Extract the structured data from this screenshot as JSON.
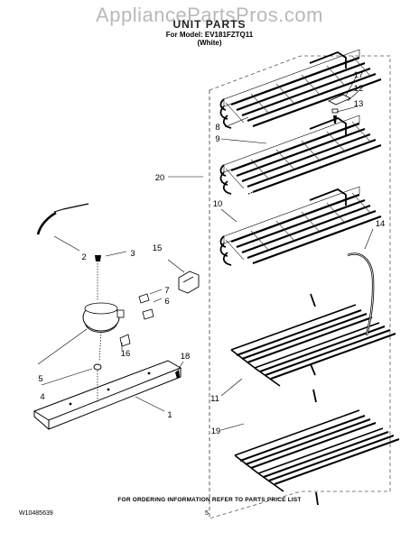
{
  "watermark": "AppliancePartsPros.com",
  "header": {
    "title": "UNIT PARTS",
    "model_line": "For Model: EV181FZTQ11",
    "color_line": "(White)"
  },
  "callouts": {
    "c1": "1",
    "c2": "2",
    "c3": "3",
    "c4": "4",
    "c5": "5",
    "c6": "6",
    "c7": "7",
    "c8": "8",
    "c9": "9",
    "c10": "10",
    "c11": "11",
    "c12": "12",
    "c13": "13",
    "c14": "14",
    "c15": "15",
    "c16": "16",
    "c17": "17",
    "c18": "18",
    "c19": "19",
    "c20": "20"
  },
  "footer": {
    "note": "FOR ORDERING INFORMATION REFER TO PARTS PRICE LIST",
    "doc_number": "W10485639",
    "page": "5"
  }
}
